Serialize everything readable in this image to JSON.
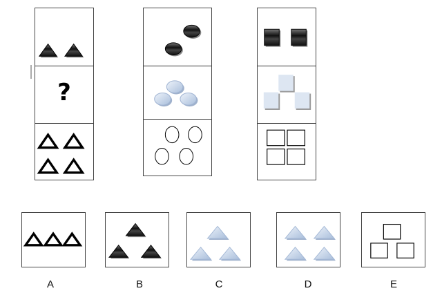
{
  "puzzle": {
    "question_mark": "?",
    "columns": [
      {
        "rows": [
          {
            "shape": "triangle",
            "style": "black-gradient",
            "count": 2
          },
          {
            "shape": "unknown",
            "style": "question",
            "count": 0
          },
          {
            "shape": "triangle",
            "style": "outline",
            "count": 4
          }
        ]
      },
      {
        "rows": [
          {
            "shape": "circle",
            "style": "black-gradient",
            "count": 2
          },
          {
            "shape": "circle",
            "style": "light-blue",
            "count": 3
          },
          {
            "shape": "circle",
            "style": "outline",
            "count": 4
          }
        ]
      },
      {
        "rows": [
          {
            "shape": "square",
            "style": "black-gradient",
            "count": 2
          },
          {
            "shape": "square",
            "style": "light-blue",
            "count": 3
          },
          {
            "shape": "square",
            "style": "outline",
            "count": 4
          }
        ]
      }
    ]
  },
  "options": [
    {
      "label": "A",
      "shape": "triangle",
      "style": "outline",
      "count": 3
    },
    {
      "label": "B",
      "shape": "triangle",
      "style": "black-gradient",
      "count": 3
    },
    {
      "label": "C",
      "shape": "triangle",
      "style": "light-blue",
      "count": 3
    },
    {
      "label": "D",
      "shape": "triangle",
      "style": "light-blue",
      "count": 4
    },
    {
      "label": "E",
      "shape": "square",
      "style": "outline",
      "count": 3
    }
  ],
  "colors": {
    "dark": "#1a1a1a",
    "light_blue": "#c8d6ea",
    "light_square": "#dde6f2",
    "border": "#444444"
  }
}
